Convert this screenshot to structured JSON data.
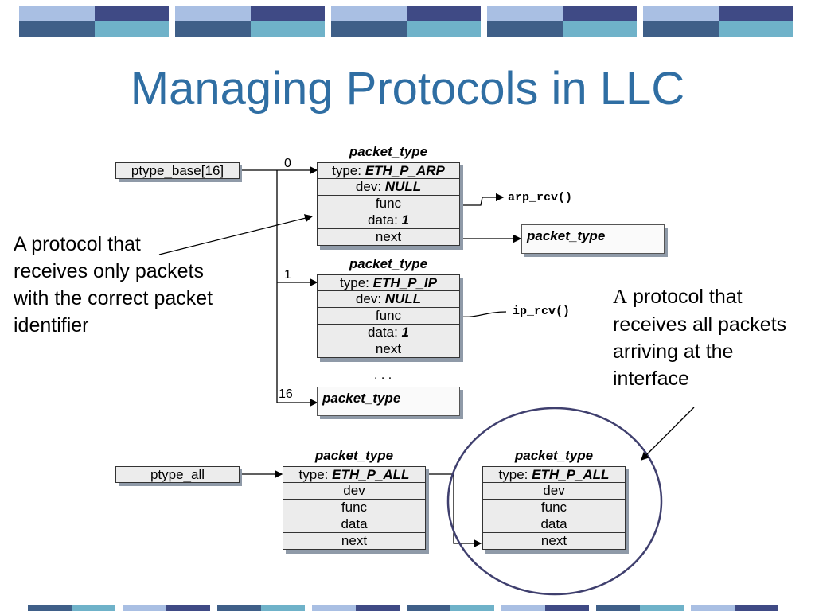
{
  "title": "Managing Protocols in LLC",
  "ptype_base": {
    "label": "ptype_base[16]"
  },
  "ptype_all": {
    "label": "ptype_all"
  },
  "indices": [
    "0",
    "1",
    "16"
  ],
  "struct_label": "packet_type",
  "arp_struct": {
    "type_prefix": "type: ",
    "type_value": "ETH_P_ARP",
    "dev_prefix": "dev: ",
    "dev_value": "NULL",
    "func": "func",
    "data_prefix": "data: ",
    "data_value": "1",
    "next": "next"
  },
  "ip_struct": {
    "type_prefix": "type: ",
    "type_value": "ETH_P_IP",
    "dev_prefix": "dev: ",
    "dev_value": "NULL",
    "func": "func",
    "data_prefix": "data: ",
    "data_value": "1",
    "next": "next"
  },
  "all_struct": {
    "type_prefix": "type: ",
    "type_value": "ETH_P_ALL",
    "dev": "dev",
    "func": "func",
    "data": "data",
    "next": "next"
  },
  "functions": {
    "arp": "arp_rcv()",
    "ip": "ip_rcv()"
  },
  "ellipsis": ". . .",
  "notes": {
    "left": [
      "A protocol that",
      "receives only packets",
      "with the correct packet",
      "identifier"
    ],
    "right_first_letter": "A",
    "right_first_rest": " protocol that",
    "right": [
      "receives all packets",
      "arriving at the",
      "interface"
    ]
  },
  "colors": {
    "title": "#2f6ea3",
    "bar_dark": "#3f4a85",
    "bar_light": "#a9bfe3",
    "bar_teal": "#6fb2c9"
  }
}
